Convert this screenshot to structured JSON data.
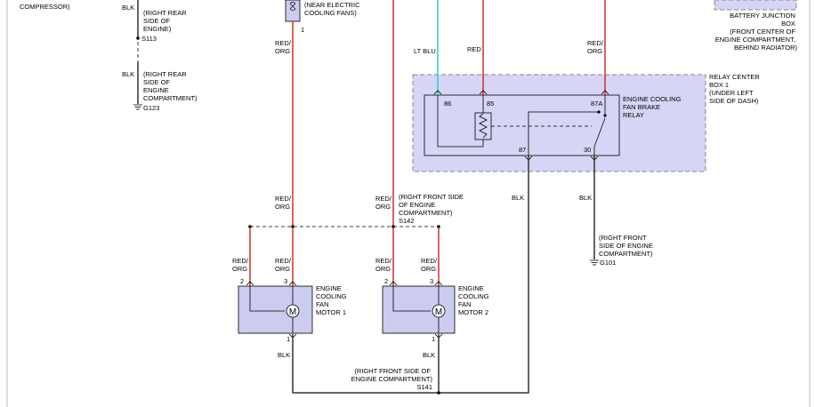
{
  "labels": {
    "compressor": "COMPRESSOR)",
    "blk_top": "BLK",
    "right_rear_engine": [
      "(RIGHT REAR",
      "SIDE OF",
      "ENGINE)"
    ],
    "s113": "S113",
    "blk_mid": "BLK",
    "right_rear_compartment": [
      "(RIGHT REAR",
      "SIDE OF",
      "ENGINE",
      "COMPARTMENT)"
    ],
    "g123": "G123",
    "near_cooling_fans": [
      "(NEAR ELECTRIC",
      "COOLING FANS)"
    ],
    "pin_1_top": "1",
    "red_org_top": [
      "RED/",
      "ORG"
    ],
    "battery_junction": [
      "BATTERY JUNCTION",
      "BOX",
      "(FRONT CENTER OF",
      "ENGINE COMPARTMENT,",
      "BEHIND RADIATOR)"
    ],
    "lt_blu": "LT BLU",
    "red_relay": "RED",
    "red_org_relay": [
      "RED/",
      "ORG"
    ],
    "relay_center": [
      "RELAY CENTER",
      "BOX 1",
      "(UNDER LEFT",
      "SIDE OF DASH)"
    ],
    "relay_name": [
      "ENGINE COOLING",
      "FAN BRAKE",
      "RELAY"
    ],
    "pin_86": "86",
    "pin_85": "85",
    "pin_87a": "87A",
    "pin_87": "87",
    "pin_30": "30",
    "red_org_s142_left": [
      "RED/",
      "ORG"
    ],
    "red_org_s142_right": [
      "RED/",
      "ORG"
    ],
    "s142_location": [
      "(RIGHT FRONT SIDE",
      "OF ENGINE",
      "COMPARTMENT)"
    ],
    "s142": "S142",
    "blk_87": "BLK",
    "blk_30": "BLK",
    "g101_location": [
      "(RIGHT FRONT",
      "SIDE OF ENGINE",
      "COMPARTMENT)"
    ],
    "g101": "G101",
    "m1_red_org_a": [
      "RED/",
      "ORG"
    ],
    "m1_red_org_b": [
      "RED/",
      "ORG"
    ],
    "m2_red_org_a": [
      "RED/",
      "ORG"
    ],
    "m2_red_org_b": [
      "RED/",
      "ORG"
    ],
    "m1_pin2": "2",
    "m1_pin3": "3",
    "m2_pin2": "2",
    "m2_pin3": "3",
    "motor1_name": [
      "ENGINE",
      "COOLING",
      "FAN",
      "MOTOR 1"
    ],
    "motor2_name": [
      "ENGINE",
      "COOLING",
      "FAN",
      "MOTOR 2"
    ],
    "motor_symbol": "M",
    "m1_pin1": "1",
    "m2_pin1": "1",
    "m1_blk": "BLK",
    "m2_blk": "BLK",
    "s141_location": [
      "(RIGHT FRONT SIDE OF",
      "ENGINE COMPARTMENT)"
    ],
    "s141": "S141"
  },
  "colors": {
    "red_wire": "#d03020",
    "lt_blu_wire": "#20d0d0",
    "black_wire": "#333333",
    "component_fill": "#ccccf0"
  }
}
